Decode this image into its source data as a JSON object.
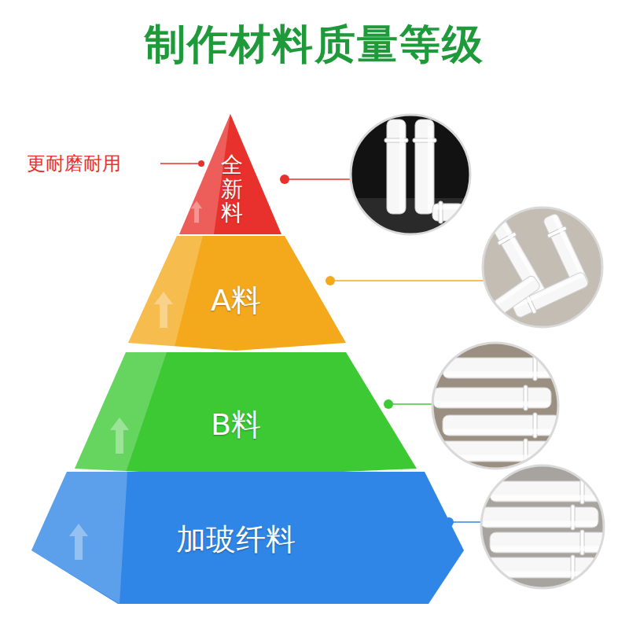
{
  "diagram": {
    "title": "制作材料质量等级",
    "nodes": [
      {
        "text": [
          "全新料"
        ]
      },
      {
        "text": [
          "A料"
        ]
      },
      {
        "text": [
          "B料"
        ]
      },
      {
        "text": [
          "加玻纤料"
        ]
      }
    ],
    "labels": [
      "更耐磨耐用"
    ]
  }
}
